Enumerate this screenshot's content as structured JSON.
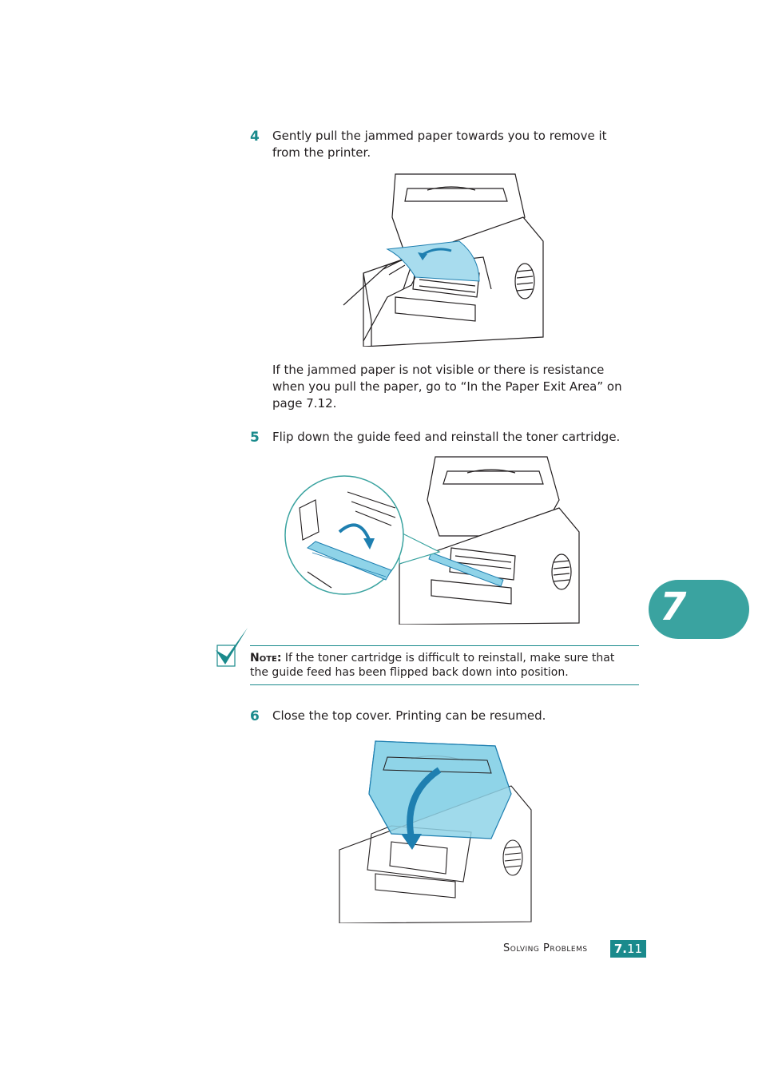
{
  "steps": [
    {
      "number": "4",
      "text_line1": "Gently pull the jammed paper towards you to remove it",
      "text_line2": "from the printer."
    },
    {
      "number": "5",
      "text": "Flip down the guide feed and reinstall the toner cartridge."
    },
    {
      "number": "6",
      "text": "Close the top cover. Printing can be resumed."
    }
  ],
  "step4_followup": {
    "line1": "If the jammed paper is not visible or there is resistance",
    "line2": "when you pull the paper, go to “In the Paper Exit Area” on",
    "line3": "page 7.12."
  },
  "note": {
    "label": "Note:",
    "line1": "If the toner cartridge is difficult to reinstall, make sure that",
    "line2": "the guide feed has been flipped back down into position."
  },
  "chapter_tab": "7",
  "footer": {
    "section": "Solving Problems",
    "chapter": "7.",
    "page": "11"
  },
  "colors": {
    "accent": "#1a8a8c",
    "tab": "#3aa3a0",
    "highlight": "#8fd3e8",
    "arrow": "#1e7fb0"
  }
}
